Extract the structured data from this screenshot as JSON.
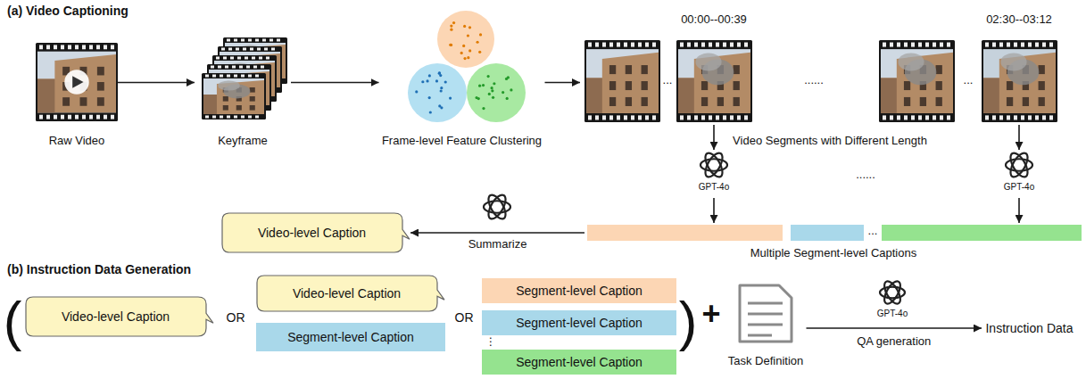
{
  "diagram": {
    "nodes": [
      {
        "text": [
          "Raw Video"
        ]
      },
      {
        "text": [
          "Keyframe"
        ]
      },
      {
        "text": [
          "Frame-level Feature Clustering"
        ]
      },
      {
        "text": [
          "Video Segments with Different Length"
        ]
      },
      {
        "text": [
          "GPT-4o"
        ]
      },
      {
        "text": [
          "GPT-4o"
        ]
      },
      {
        "text": [
          "Multiple Segment-level Captions"
        ]
      },
      {
        "text": [
          "Video-level Caption"
        ]
      },
      {
        "text": [
          "Video-level Caption"
        ]
      },
      {
        "text": [
          "Video-level Caption"
        ]
      },
      {
        "text": [
          "Segment-level Caption"
        ]
      },
      {
        "text": [
          "Segment-level Caption"
        ]
      },
      {
        "text": [
          "Segment-level Caption"
        ]
      },
      {
        "text": [
          "Segment-level Caption"
        ]
      },
      {
        "text": [
          "Task Definition"
        ]
      },
      {
        "text": [
          "Instruction Data"
        ]
      }
    ],
    "edges": [
      {
        "from": 0,
        "to": 1,
        "arrow": "to"
      },
      {
        "from": 1,
        "to": 2,
        "arrow": "to"
      },
      {
        "from": 2,
        "to": 3,
        "arrow": "to"
      },
      {
        "from": 3,
        "to": 4,
        "arrow": "to"
      },
      {
        "from": 3,
        "to": 5,
        "arrow": "to"
      },
      {
        "from": 4,
        "to": 6,
        "arrow": "to"
      },
      {
        "from": 5,
        "to": 6,
        "arrow": "to"
      },
      {
        "from": 6,
        "to": 7,
        "label": "Summarize",
        "arrow": "to"
      },
      {
        "from": 14,
        "to": 15,
        "label": "QA generation",
        "arrow": "to"
      }
    ],
    "labels": [
      "(a) Video Captioning",
      "00:00--00:39",
      "02:30--03:12",
      "...",
      "......",
      "...",
      "......",
      "(b) Instruction Data Generation",
      "(",
      "OR",
      "OR",
      "⋮",
      ")",
      "+",
      "GPT-4o",
      "..."
    ]
  }
}
